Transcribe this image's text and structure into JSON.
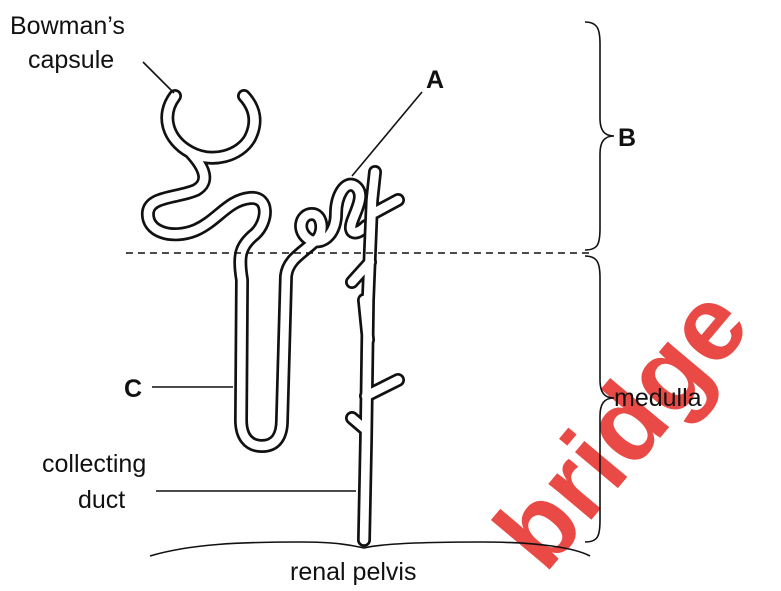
{
  "labels": {
    "bowmans_line1": "Bowman’s",
    "bowmans_line2": "capsule",
    "a": "A",
    "b": "B",
    "c": "C",
    "medulla": "medulla",
    "collecting_line1": "collecting",
    "collecting_line2": "duct",
    "renal_pelvis": "renal pelvis"
  },
  "watermark": {
    "text": "bridge",
    "color": "#e8413c"
  }
}
